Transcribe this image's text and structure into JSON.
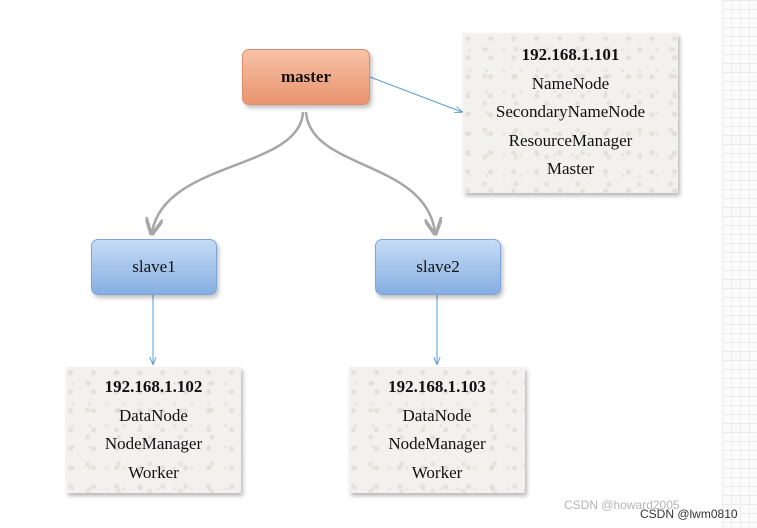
{
  "diagram": {
    "master": {
      "label": "master",
      "info": {
        "ip": "192.168.1.101",
        "lines": [
          "NameNode",
          "SecondaryNameNode",
          "ResourceManager",
          "Master"
        ]
      }
    },
    "slave1": {
      "label": "slave1",
      "info": {
        "ip": "192.168.1.102",
        "lines": [
          "DataNode",
          "NodeManager",
          "Worker"
        ]
      }
    },
    "slave2": {
      "label": "slave2",
      "info": {
        "ip": "192.168.1.103",
        "lines": [
          "DataNode",
          "NodeManager",
          "Worker"
        ]
      }
    }
  },
  "watermarks": {
    "first": "CSDN @howard2005",
    "second": "CSDN @lwm0810"
  },
  "colors": {
    "master_fill": "#f0a584",
    "slave_fill": "#a4c4ec",
    "curve_arrow": "#a6a6a6",
    "straight_arrow": "#5b9bd5"
  }
}
